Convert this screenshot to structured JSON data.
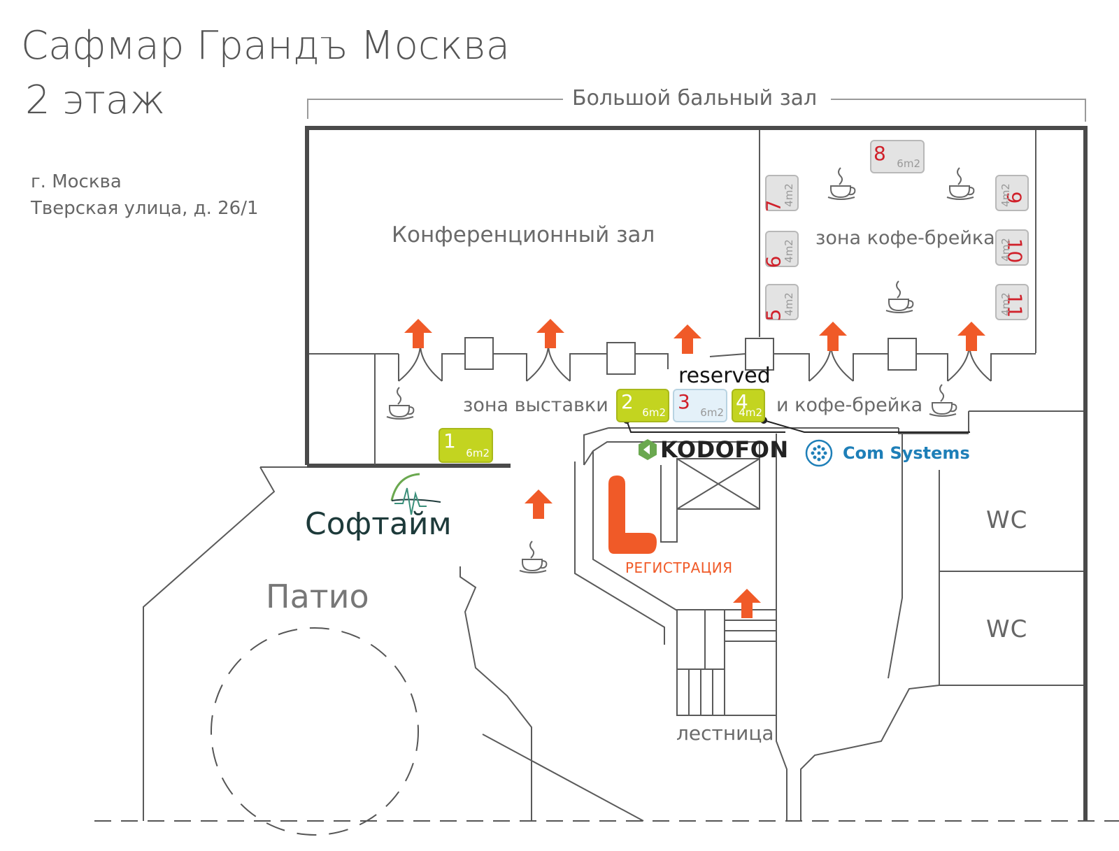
{
  "header": {
    "title": "Сафмар Грандъ Москва",
    "floor": "2 этаж",
    "address_city": "г. Москва",
    "address_street": "Тверская улица, д. 26/1"
  },
  "rooms": {
    "ballroom": "Большой бальный зал",
    "conference_hall": "Конференционный зал",
    "coffee_zone": "зона кофе-брейка",
    "exhibition_zone_left": "зона выставки",
    "exhibition_zone_right": "и кофе-брейка",
    "patio": "Патио",
    "stairs": "лестница",
    "registration": "РЕГИСТРАЦИЯ",
    "wc_1": "WC",
    "wc_2": "WC"
  },
  "booths": [
    {
      "number": "1",
      "area": "6m2",
      "status": "green"
    },
    {
      "number": "2",
      "area": "6m2",
      "status": "green"
    },
    {
      "number": "3",
      "area": "6m2",
      "status": "reserved"
    },
    {
      "number": "4",
      "area": "4m2",
      "status": "green"
    },
    {
      "number": "5",
      "area": "4m2",
      "status": "gray"
    },
    {
      "number": "6",
      "area": "4m2",
      "status": "gray"
    },
    {
      "number": "7",
      "area": "4m2",
      "status": "gray"
    },
    {
      "number": "8",
      "area": "6m2",
      "status": "gray"
    },
    {
      "number": "9",
      "area": "4m2",
      "status": "gray"
    },
    {
      "number": "10",
      "area": "4m2",
      "status": "gray"
    },
    {
      "number": "11",
      "area": "4m2",
      "status": "gray"
    }
  ],
  "reserved_label": "reserved",
  "sponsors": {
    "softime": "Софтайм",
    "kodofon": "KODOFON",
    "comsystems": "Com Systems"
  },
  "colors": {
    "arrow": "#f05a28",
    "green_booth": "#c3d420",
    "blue_booth": "#e4f1f9",
    "gray_booth": "#e3e3e3",
    "booth_number": "#d0202a",
    "registration": "#f05a28",
    "kodofon_icon": "#6aa84f",
    "comsystems": "#1e7fb8",
    "softime_text": "#1d3a3a"
  },
  "icons": {
    "arrow": "arrow-up-icon",
    "coffee": "coffee-cup-icon",
    "registration": "registration-l-icon"
  }
}
